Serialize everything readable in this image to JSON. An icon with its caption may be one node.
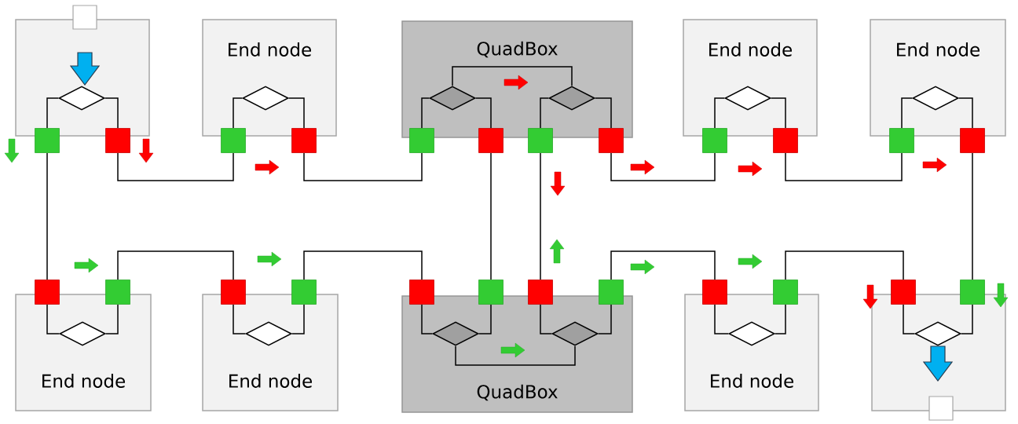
{
  "diagram": {
    "nodes": [
      {
        "text": [],
        "shape": "box"
      },
      {
        "text": [],
        "shape": "box"
      },
      {
        "text": [],
        "shape": "diamond",
        "in": 1
      },
      {
        "text": [],
        "shape": "box"
      },
      {
        "text": [],
        "shape": "box"
      },
      {
        "text": [
          "End node"
        ]
      },
      {
        "text": [],
        "shape": "diamond",
        "in": 5
      },
      {
        "text": [],
        "shape": "box"
      },
      {
        "text": [],
        "shape": "box"
      },
      {
        "text": [
          "QuadBox"
        ]
      },
      {
        "text": [],
        "shape": "diamond",
        "in": 9
      },
      {
        "text": [],
        "shape": "diamond",
        "in": 9
      },
      {
        "text": [],
        "shape": "box"
      },
      {
        "text": [],
        "shape": "box"
      },
      {
        "text": [],
        "shape": "box"
      },
      {
        "text": [],
        "shape": "box"
      },
      {
        "text": [
          "End node"
        ]
      },
      {
        "text": [],
        "shape": "diamond",
        "in": 16
      },
      {
        "text": [],
        "shape": "box"
      },
      {
        "text": [],
        "shape": "box"
      },
      {
        "text": [
          "End node"
        ]
      },
      {
        "text": [],
        "shape": "diamond",
        "in": 20
      },
      {
        "text": [],
        "shape": "box"
      },
      {
        "text": [],
        "shape": "box"
      },
      {
        "text": [
          "End node"
        ]
      },
      {
        "text": [],
        "shape": "diamond",
        "in": 24
      },
      {
        "text": [],
        "shape": "box"
      },
      {
        "text": [],
        "shape": "box"
      },
      {
        "text": [
          "End node"
        ]
      },
      {
        "text": [],
        "shape": "diamond",
        "in": 28
      },
      {
        "text": [],
        "shape": "box"
      },
      {
        "text": [],
        "shape": "box"
      },
      {
        "text": [
          "QuadBox"
        ]
      },
      {
        "text": [],
        "shape": "diamond",
        "in": 32
      },
      {
        "text": [],
        "shape": "diamond",
        "in": 32
      },
      {
        "text": [],
        "shape": "box"
      },
      {
        "text": [],
        "shape": "box"
      },
      {
        "text": [],
        "shape": "box"
      },
      {
        "text": [],
        "shape": "box"
      },
      {
        "text": [
          "End node"
        ]
      },
      {
        "text": [],
        "shape": "diamond",
        "in": 39
      },
      {
        "text": [],
        "shape": "box"
      },
      {
        "text": [],
        "shape": "box"
      },
      {
        "text": [],
        "shape": "box"
      },
      {
        "text": [],
        "shape": "diamond",
        "in": 43
      },
      {
        "text": [],
        "shape": "box"
      },
      {
        "text": [],
        "shape": "box"
      },
      {
        "text": [],
        "shape": "box"
      }
    ],
    "edges": [
      {
        "from": 0,
        "to": 2,
        "arrow": "to",
        "style": "thick",
        "color": "#00b0f0"
      },
      {
        "from": 2,
        "to": 3,
        "arrow": "none"
      },
      {
        "from": 2,
        "to": 4,
        "arrow": "none"
      },
      {
        "from": 6,
        "to": 7,
        "arrow": "none"
      },
      {
        "from": 6,
        "to": 8,
        "arrow": "none"
      },
      {
        "from": 10,
        "to": 12,
        "arrow": "none"
      },
      {
        "from": 10,
        "to": 13,
        "arrow": "none"
      },
      {
        "from": 10,
        "to": 11,
        "arrow": "none"
      },
      {
        "from": 11,
        "to": 14,
        "arrow": "none"
      },
      {
        "from": 11,
        "to": 15,
        "arrow": "none"
      },
      {
        "from": 17,
        "to": 18,
        "arrow": "none"
      },
      {
        "from": 17,
        "to": 19,
        "arrow": "none"
      },
      {
        "from": 21,
        "to": 22,
        "arrow": "none"
      },
      {
        "from": 21,
        "to": 23,
        "arrow": "none"
      },
      {
        "from": 3,
        "to": 26,
        "arrow": "none"
      },
      {
        "from": 4,
        "to": 7,
        "arrow": "none"
      },
      {
        "from": 8,
        "to": 12,
        "arrow": "none"
      },
      {
        "from": 13,
        "to": 36,
        "arrow": "none"
      },
      {
        "from": 14,
        "to": 37,
        "arrow": "none"
      },
      {
        "from": 15,
        "to": 18,
        "arrow": "none"
      },
      {
        "from": 19,
        "to": 22,
        "arrow": "none"
      },
      {
        "from": 23,
        "to": 46,
        "arrow": "none"
      },
      {
        "from": 27,
        "to": 30,
        "arrow": "none"
      },
      {
        "from": 31,
        "to": 35,
        "arrow": "none"
      },
      {
        "from": 38,
        "to": 41,
        "arrow": "none"
      },
      {
        "from": 42,
        "to": 45,
        "arrow": "none"
      },
      {
        "from": 25,
        "to": 26,
        "arrow": "none"
      },
      {
        "from": 25,
        "to": 27,
        "arrow": "none"
      },
      {
        "from": 29,
        "to": 30,
        "arrow": "none"
      },
      {
        "from": 29,
        "to": 31,
        "arrow": "none"
      },
      {
        "from": 33,
        "to": 35,
        "arrow": "none"
      },
      {
        "from": 33,
        "to": 36,
        "arrow": "none"
      },
      {
        "from": 33,
        "to": 34,
        "arrow": "none"
      },
      {
        "from": 34,
        "to": 37,
        "arrow": "none"
      },
      {
        "from": 34,
        "to": 38,
        "arrow": "none"
      },
      {
        "from": 40,
        "to": 41,
        "arrow": "none"
      },
      {
        "from": 40,
        "to": 42,
        "arrow": "none"
      },
      {
        "from": 44,
        "to": 45,
        "arrow": "none"
      },
      {
        "from": 44,
        "to": 46,
        "arrow": "none"
      },
      {
        "from": 44,
        "to": 47,
        "arrow": "to",
        "style": "thick",
        "color": "#00b0f0"
      }
    ]
  }
}
